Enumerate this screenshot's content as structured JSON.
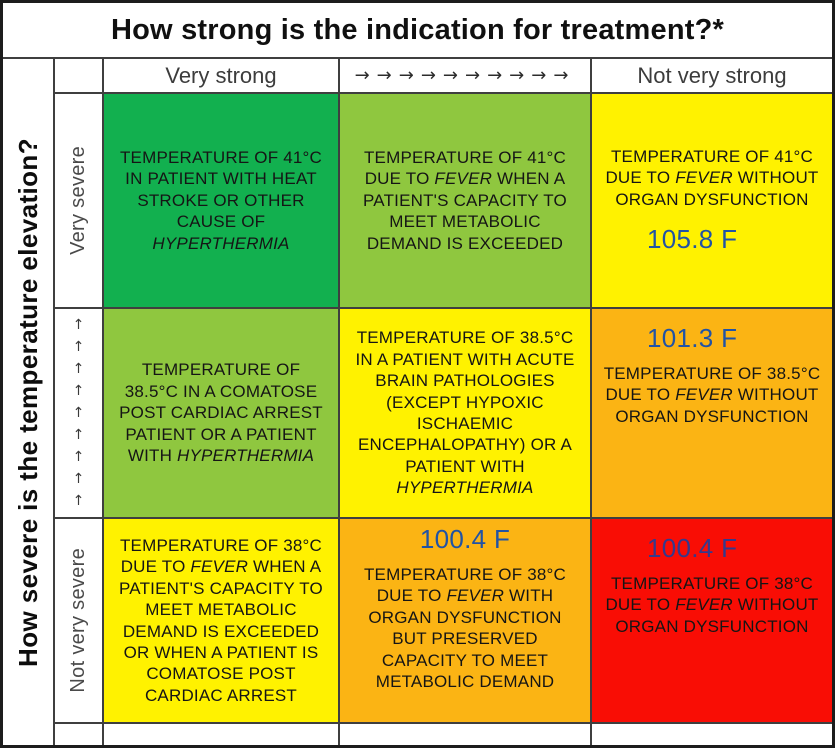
{
  "title": "How strong is the indication for treatment?*",
  "y_axis_title": "How severe is the temperature elevation?",
  "columns": [
    {
      "label": "Very strong"
    },
    {
      "label": "→→→→→→→→→→"
    },
    {
      "label": "Not very strong"
    }
  ],
  "rows": [
    {
      "label": "Very severe"
    },
    {
      "label": "↑\n↑\n↑\n↑\n↑\n↑\n↑\n↑\n↑"
    },
    {
      "label": "Not very severe"
    }
  ],
  "colors": {
    "green": "#12B04F",
    "light_green": "#8FC73F",
    "yellow": "#FFF200",
    "orange": "#FBB414",
    "red": "#F90D05",
    "annotation_blue": "#2153A5",
    "annotation_navy": "#35398C",
    "grid_line": "#3f3f3f"
  },
  "cells": [
    [
      {
        "bg": "#12B04F",
        "segments": [
          {
            "t": "TEMPERATURE OF 41°C IN PATIENT WITH HEAT STROKE OR OTHER CAUSE OF "
          },
          {
            "t": "HYPERTHERMIA",
            "i": true
          }
        ]
      },
      {
        "bg": "#8FC73F",
        "segments": [
          {
            "t": "TEMPERATURE OF 41°C DUE TO "
          },
          {
            "t": "FEVER",
            "i": true
          },
          {
            "t": " WHEN A PATIENT'S CAPACITY TO MEET METABOLIC DEMAND IS EXCEEDED"
          }
        ]
      },
      {
        "bg": "#FFF200",
        "segments": [
          {
            "t": "TEMPERATURE OF 41°C DUE TO "
          },
          {
            "t": "FEVER",
            "i": true
          },
          {
            "t": " WITHOUT ORGAN DYSFUNCTION"
          }
        ],
        "annotation": {
          "text": "105.8 F",
          "pos": "bottom",
          "align": "left",
          "color": "#2153A5"
        }
      }
    ],
    [
      {
        "bg": "#8FC73F",
        "segments": [
          {
            "t": "TEMPERATURE OF 38.5°C IN A COMATOSE POST CARDIAC ARREST PATIENT OR A PATIENT WITH "
          },
          {
            "t": "HYPERTHERMIA",
            "i": true
          }
        ]
      },
      {
        "bg": "#FFF200",
        "segments": [
          {
            "t": "TEMPERATURE OF 38.5°C IN A PATIENT WITH ACUTE BRAIN PATHOLOGIES (EXCEPT HYPOXIC ISCHAEMIC ENCEPHALOPATHY) OR A PATIENT WITH "
          },
          {
            "t": "HYPERTHERMIA",
            "i": true
          }
        ]
      },
      {
        "bg": "#FBB414",
        "annotation": {
          "text": "101.3 F",
          "pos": "top",
          "align": "left",
          "color": "#2153A5"
        },
        "segments": [
          {
            "t": "TEMPERATURE OF 38.5°C DUE TO "
          },
          {
            "t": "FEVER",
            "i": true
          },
          {
            "t": " WITHOUT ORGAN DYSFUNCTION"
          }
        ]
      }
    ],
    [
      {
        "bg": "#FFF200",
        "segments": [
          {
            "t": "TEMPERATURE OF 38°C DUE TO "
          },
          {
            "t": "FEVER",
            "i": true
          },
          {
            "t": " WHEN A PATIENT'S CAPACITY TO MEET METABOLIC DEMAND IS EXCEEDED OR WHEN A PATIENT IS COMATOSE POST CARDIAC ARREST"
          }
        ]
      },
      {
        "bg": "#FBB414",
        "annotation": {
          "text": "100.4 F",
          "pos": "top",
          "align": "center",
          "color": "#2153A5"
        },
        "segments": [
          {
            "t": "TEMPERATURE OF 38°C DUE TO "
          },
          {
            "t": "FEVER",
            "i": true
          },
          {
            "t": " WITH ORGAN DYSFUNCTION BUT PRESERVED CAPACITY TO MEET METABOLIC DEMAND"
          }
        ]
      },
      {
        "bg": "#F90D05",
        "annotation": {
          "text": "100.4 F",
          "pos": "top",
          "align": "left",
          "color": "#35398C"
        },
        "segments": [
          {
            "t": "TEMPERATURE OF 38°C  DUE TO "
          },
          {
            "t": "FEVER",
            "i": true
          },
          {
            "t": " WITHOUT ORGAN DYSFUNCTION"
          }
        ]
      }
    ]
  ]
}
